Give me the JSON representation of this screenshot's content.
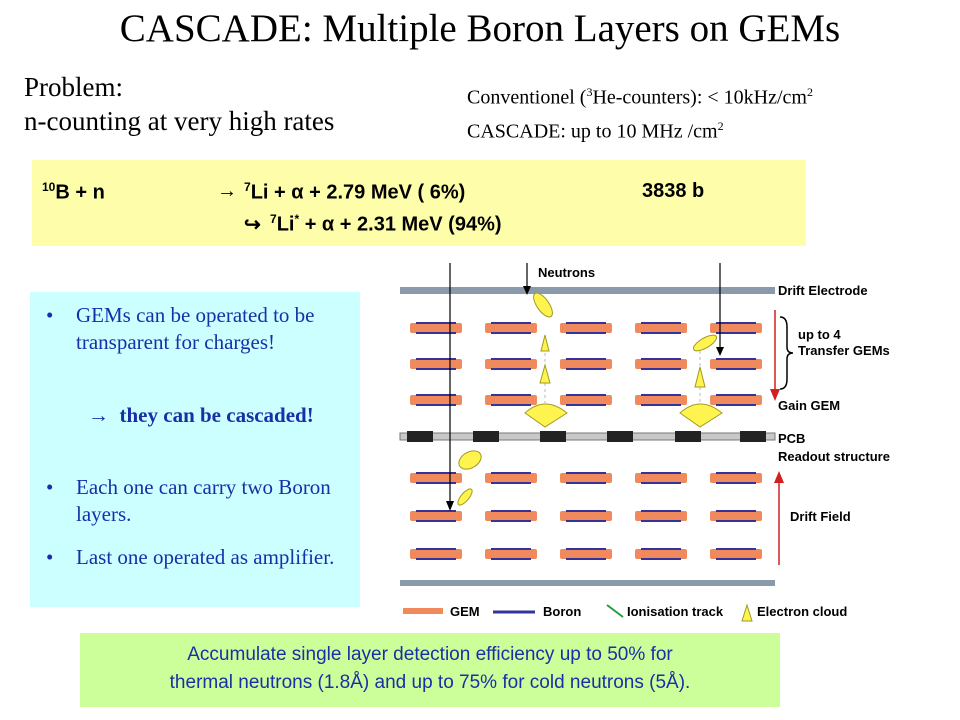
{
  "title": "CASCADE: Multiple Boron Layers on GEMs",
  "problem": {
    "line1": "Problem:",
    "line2": "n-counting at very high rates"
  },
  "rates": {
    "conv_prefix": "Conventionel (",
    "conv_sup": "3",
    "conv_mid": "He-counters): < 10kHz/cm",
    "conv_sup2": "2",
    "cascade_prefix": "CASCADE: up to 10 MHz /cm",
    "cascade_sup": "2"
  },
  "reaction": {
    "sup10": "10",
    "lhs": "B + n",
    "arrow": "→",
    "sup7a": "7",
    "r1": "Li + α + 2.79 MeV  ( 6%)",
    "xs": "3838 b",
    "hook": "↪",
    "sup7b": "7",
    "r2a": "Li",
    "star": "*",
    "r2b": " + α + 2.31 MeV  (94%)"
  },
  "bullets": [
    {
      "dot": "•",
      "text": "GEMs can be operated to be transparent for charges!"
    },
    {
      "arrow": "→",
      "text": "they can be cascaded!"
    },
    {
      "dot": "•",
      "text": "Each one can carry two Boron layers."
    },
    {
      "dot": "•",
      "text": "Last one operated as amplifier."
    }
  ],
  "diagram": {
    "neutrons": "Neutrons",
    "drift_electrode": "Drift Electrode",
    "transfer_l1": "up to 4",
    "transfer_l2": "Transfer GEMs",
    "gain_gem": "Gain GEM",
    "pcb": "PCB",
    "readout": "Readout structure",
    "drift_field": "Drift Field",
    "legend": {
      "gem": "GEM",
      "boron": "Boron",
      "track": "Ionisation track",
      "cloud": "Electron cloud"
    },
    "colors": {
      "gem": "#f08a5d",
      "boron": "#33339a",
      "cloud": "#fff350",
      "arrow": "#d02020",
      "electrode": "#8a9aaa"
    }
  },
  "summary": {
    "line1": "Accumulate single layer detection efficiency up to 50% for",
    "line2": "thermal neutrons (1.8Å) and up to 75% for cold neutrons (5Å)."
  }
}
